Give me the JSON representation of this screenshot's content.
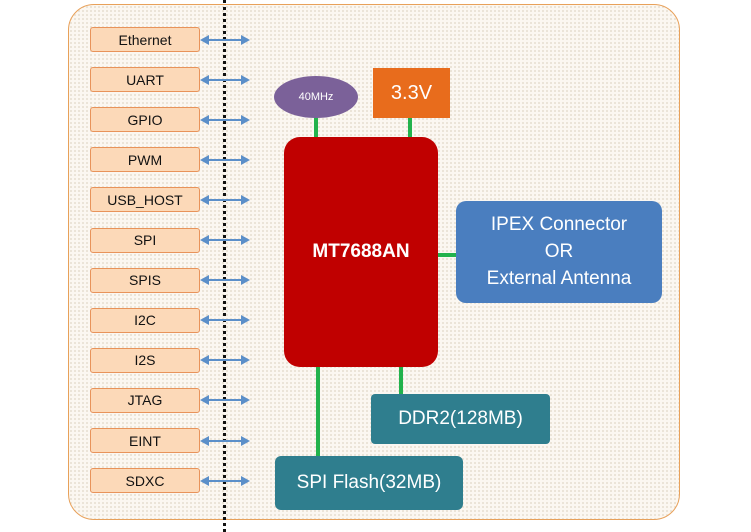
{
  "interfaces": [
    "Ethernet",
    "UART",
    "GPIO",
    "PWM",
    "USB_HOST",
    "SPI",
    "SPIS",
    "I2C",
    "I2S",
    "JTAG",
    "EINT",
    "SDXC"
  ],
  "blocks": {
    "oscillator": "40MHz",
    "power": "3.3V",
    "chip": "MT7688AN",
    "antenna": [
      "IPEX Connector",
      "OR",
      "External Antenna"
    ],
    "ddr": "DDR2(128MB)",
    "flash": "SPI Flash(32MB)"
  },
  "colors": {
    "chip": "#c00000",
    "antenna": "#4a7ebf",
    "memory": "#2f7e8e",
    "power": "#e86c1c",
    "oscillator": "#7b6199",
    "interface_fill": "#fcd9b8",
    "interface_border": "#e8935a",
    "connector_line": "#22b24c",
    "arrow": "#5b8fc9"
  }
}
